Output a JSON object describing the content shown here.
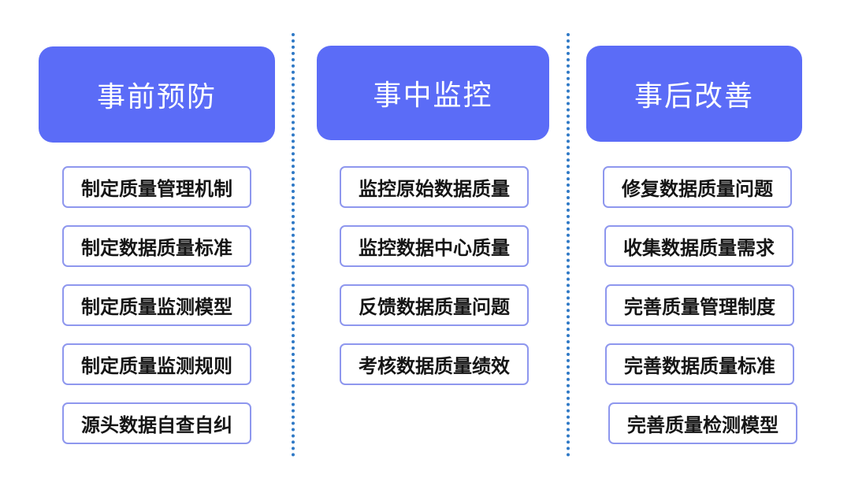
{
  "columns": [
    {
      "title": "事前预防",
      "items": [
        "制定质量管理机制",
        "制定数据质量标准",
        "制定质量监测模型",
        "制定质量监测规则",
        "源头数据自查自纠"
      ]
    },
    {
      "title": "事中监控",
      "items": [
        "监控原始数据质量",
        "监控数据中心质量",
        "反馈数据质量问题",
        "考核数据质量绩效"
      ]
    },
    {
      "title": "事后改善",
      "items": [
        "修复数据质量问题",
        "收集数据质量需求",
        "完善质量管理制度",
        "完善数据质量标准",
        "完善质量检测模型"
      ]
    }
  ],
  "colors": {
    "header_bg": "#5b6cf7",
    "item_border": "#8e97ee",
    "divider": "#2f79c6"
  }
}
